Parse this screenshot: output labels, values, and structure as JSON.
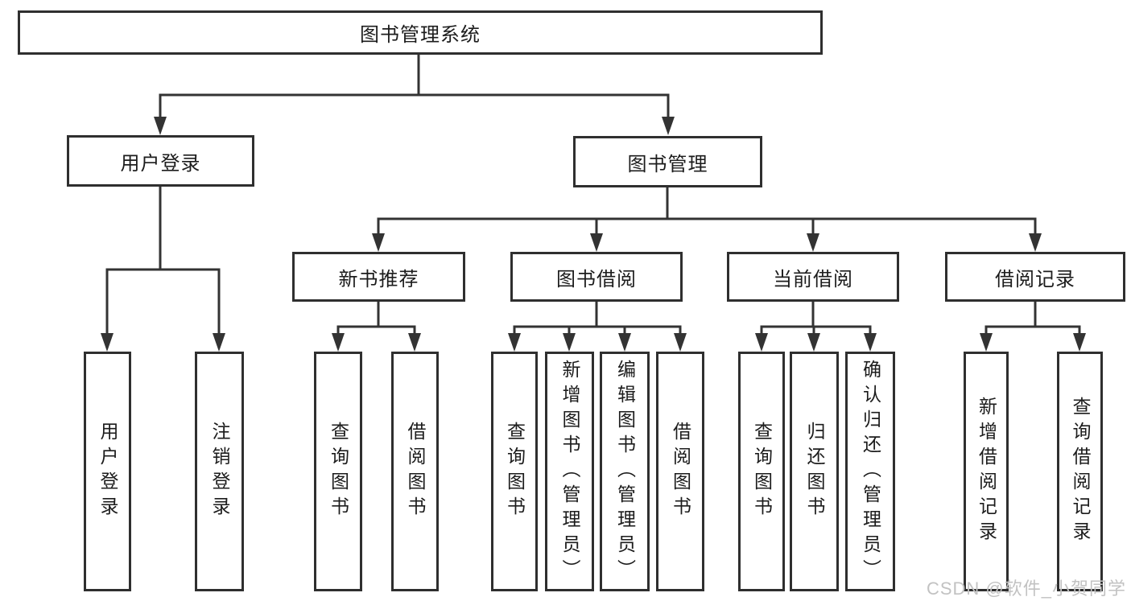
{
  "diagram_title": "图书管理系统",
  "nodes": {
    "root": {
      "label": "图书管理系统"
    },
    "user_login": {
      "label": "用户登录"
    },
    "book_management": {
      "label": "图书管理"
    },
    "new_book_recommend": {
      "label": "新书推荐"
    },
    "book_borrowing": {
      "label": "图书借阅"
    },
    "current_borrowing": {
      "label": "当前借阅"
    },
    "borrowing_records": {
      "label": "借阅记录"
    },
    "user_login_children": [
      {
        "label": "用户登录"
      },
      {
        "label": "注销登录"
      }
    ],
    "new_book_recommend_children": [
      {
        "label": "查询图书"
      },
      {
        "label": "借阅图书"
      }
    ],
    "book_borrowing_children": [
      {
        "label": "查询图书"
      },
      {
        "label": "新增图书（管理员）"
      },
      {
        "label": "编辑图书（管理员）"
      },
      {
        "label": "借阅图书"
      }
    ],
    "current_borrowing_children": [
      {
        "label": "查询图书"
      },
      {
        "label": "归还图书"
      },
      {
        "label": "确认归还（管理员）"
      }
    ],
    "borrowing_records_children": [
      {
        "label": "新增借阅记录"
      },
      {
        "label": "查询借阅记录"
      }
    ]
  },
  "watermark": {
    "text": "CSDN @软件_小贺同学"
  },
  "colors": {
    "line": "#333333",
    "box_border": "#2f2f2f",
    "text": "#1c1c1c",
    "background": "#ffffff",
    "watermark": "#c2c2c2"
  }
}
